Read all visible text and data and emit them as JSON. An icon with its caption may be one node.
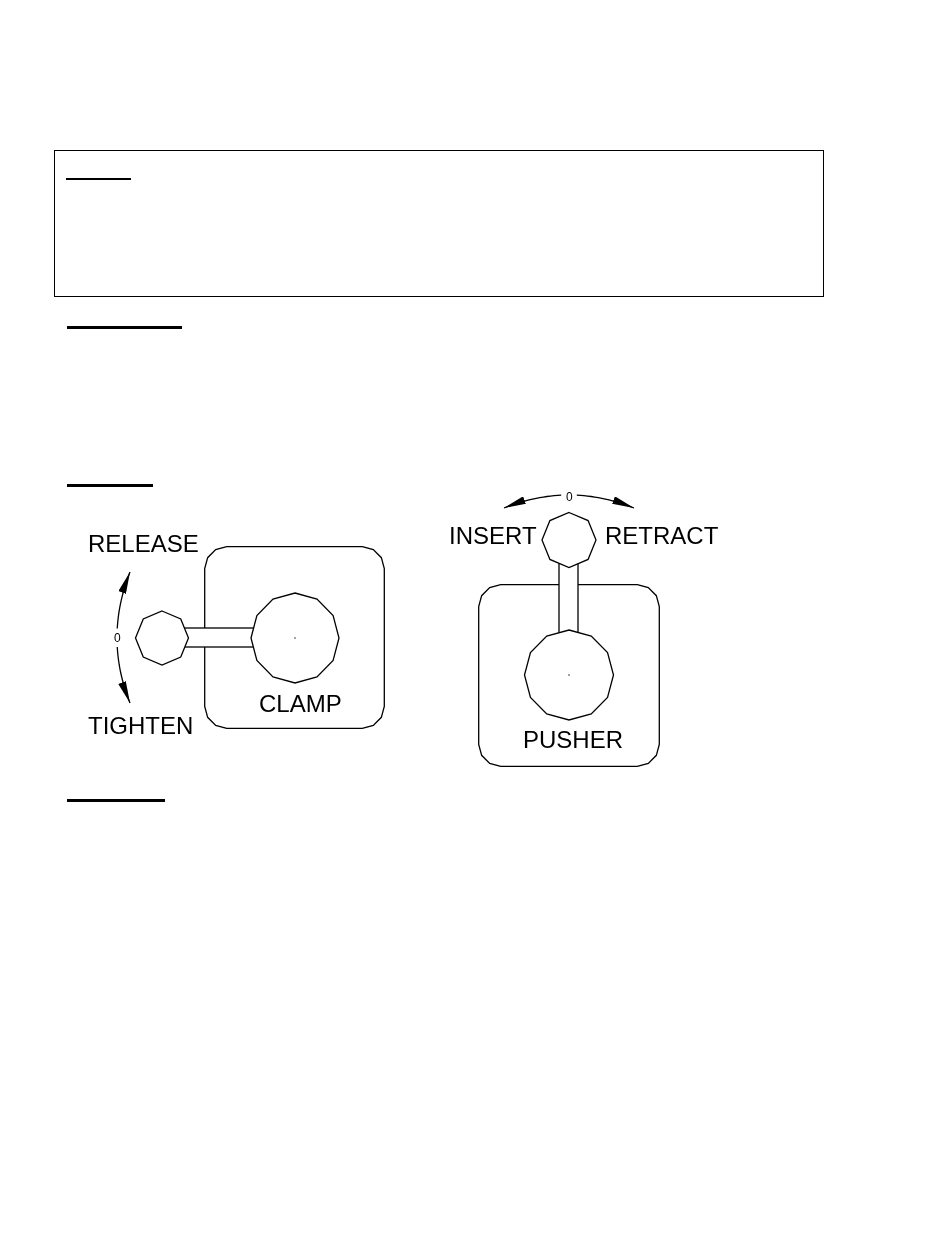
{
  "diagram": {
    "nodes": [
      {
        "text": [],
        "shape": "box"
      },
      {
        "text": [
          "CLAMP"
        ]
      },
      {
        "text": [
          "PUSHER"
        ]
      }
    ],
    "labels": [
      "RELEASE",
      "0",
      "TIGHTEN",
      "0",
      "INSERT",
      "RETRACT"
    ]
  }
}
